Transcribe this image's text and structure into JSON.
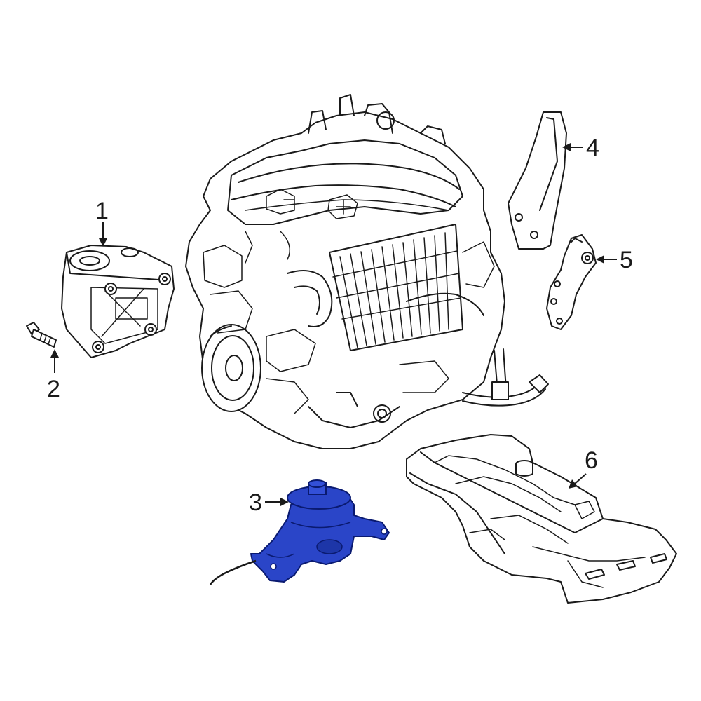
{
  "callouts": [
    {
      "id": "1",
      "label": "1"
    },
    {
      "id": "2",
      "label": "2"
    },
    {
      "id": "3",
      "label": "3"
    },
    {
      "id": "4",
      "label": "4"
    },
    {
      "id": "5",
      "label": "5"
    },
    {
      "id": "6",
      "label": "6"
    }
  ],
  "colors": {
    "line": "#1a1a1a",
    "highlight_fill": "#2a45c8",
    "highlight_stroke": "#0a1a70",
    "background": "#ffffff"
  },
  "highlighted_part": "3"
}
